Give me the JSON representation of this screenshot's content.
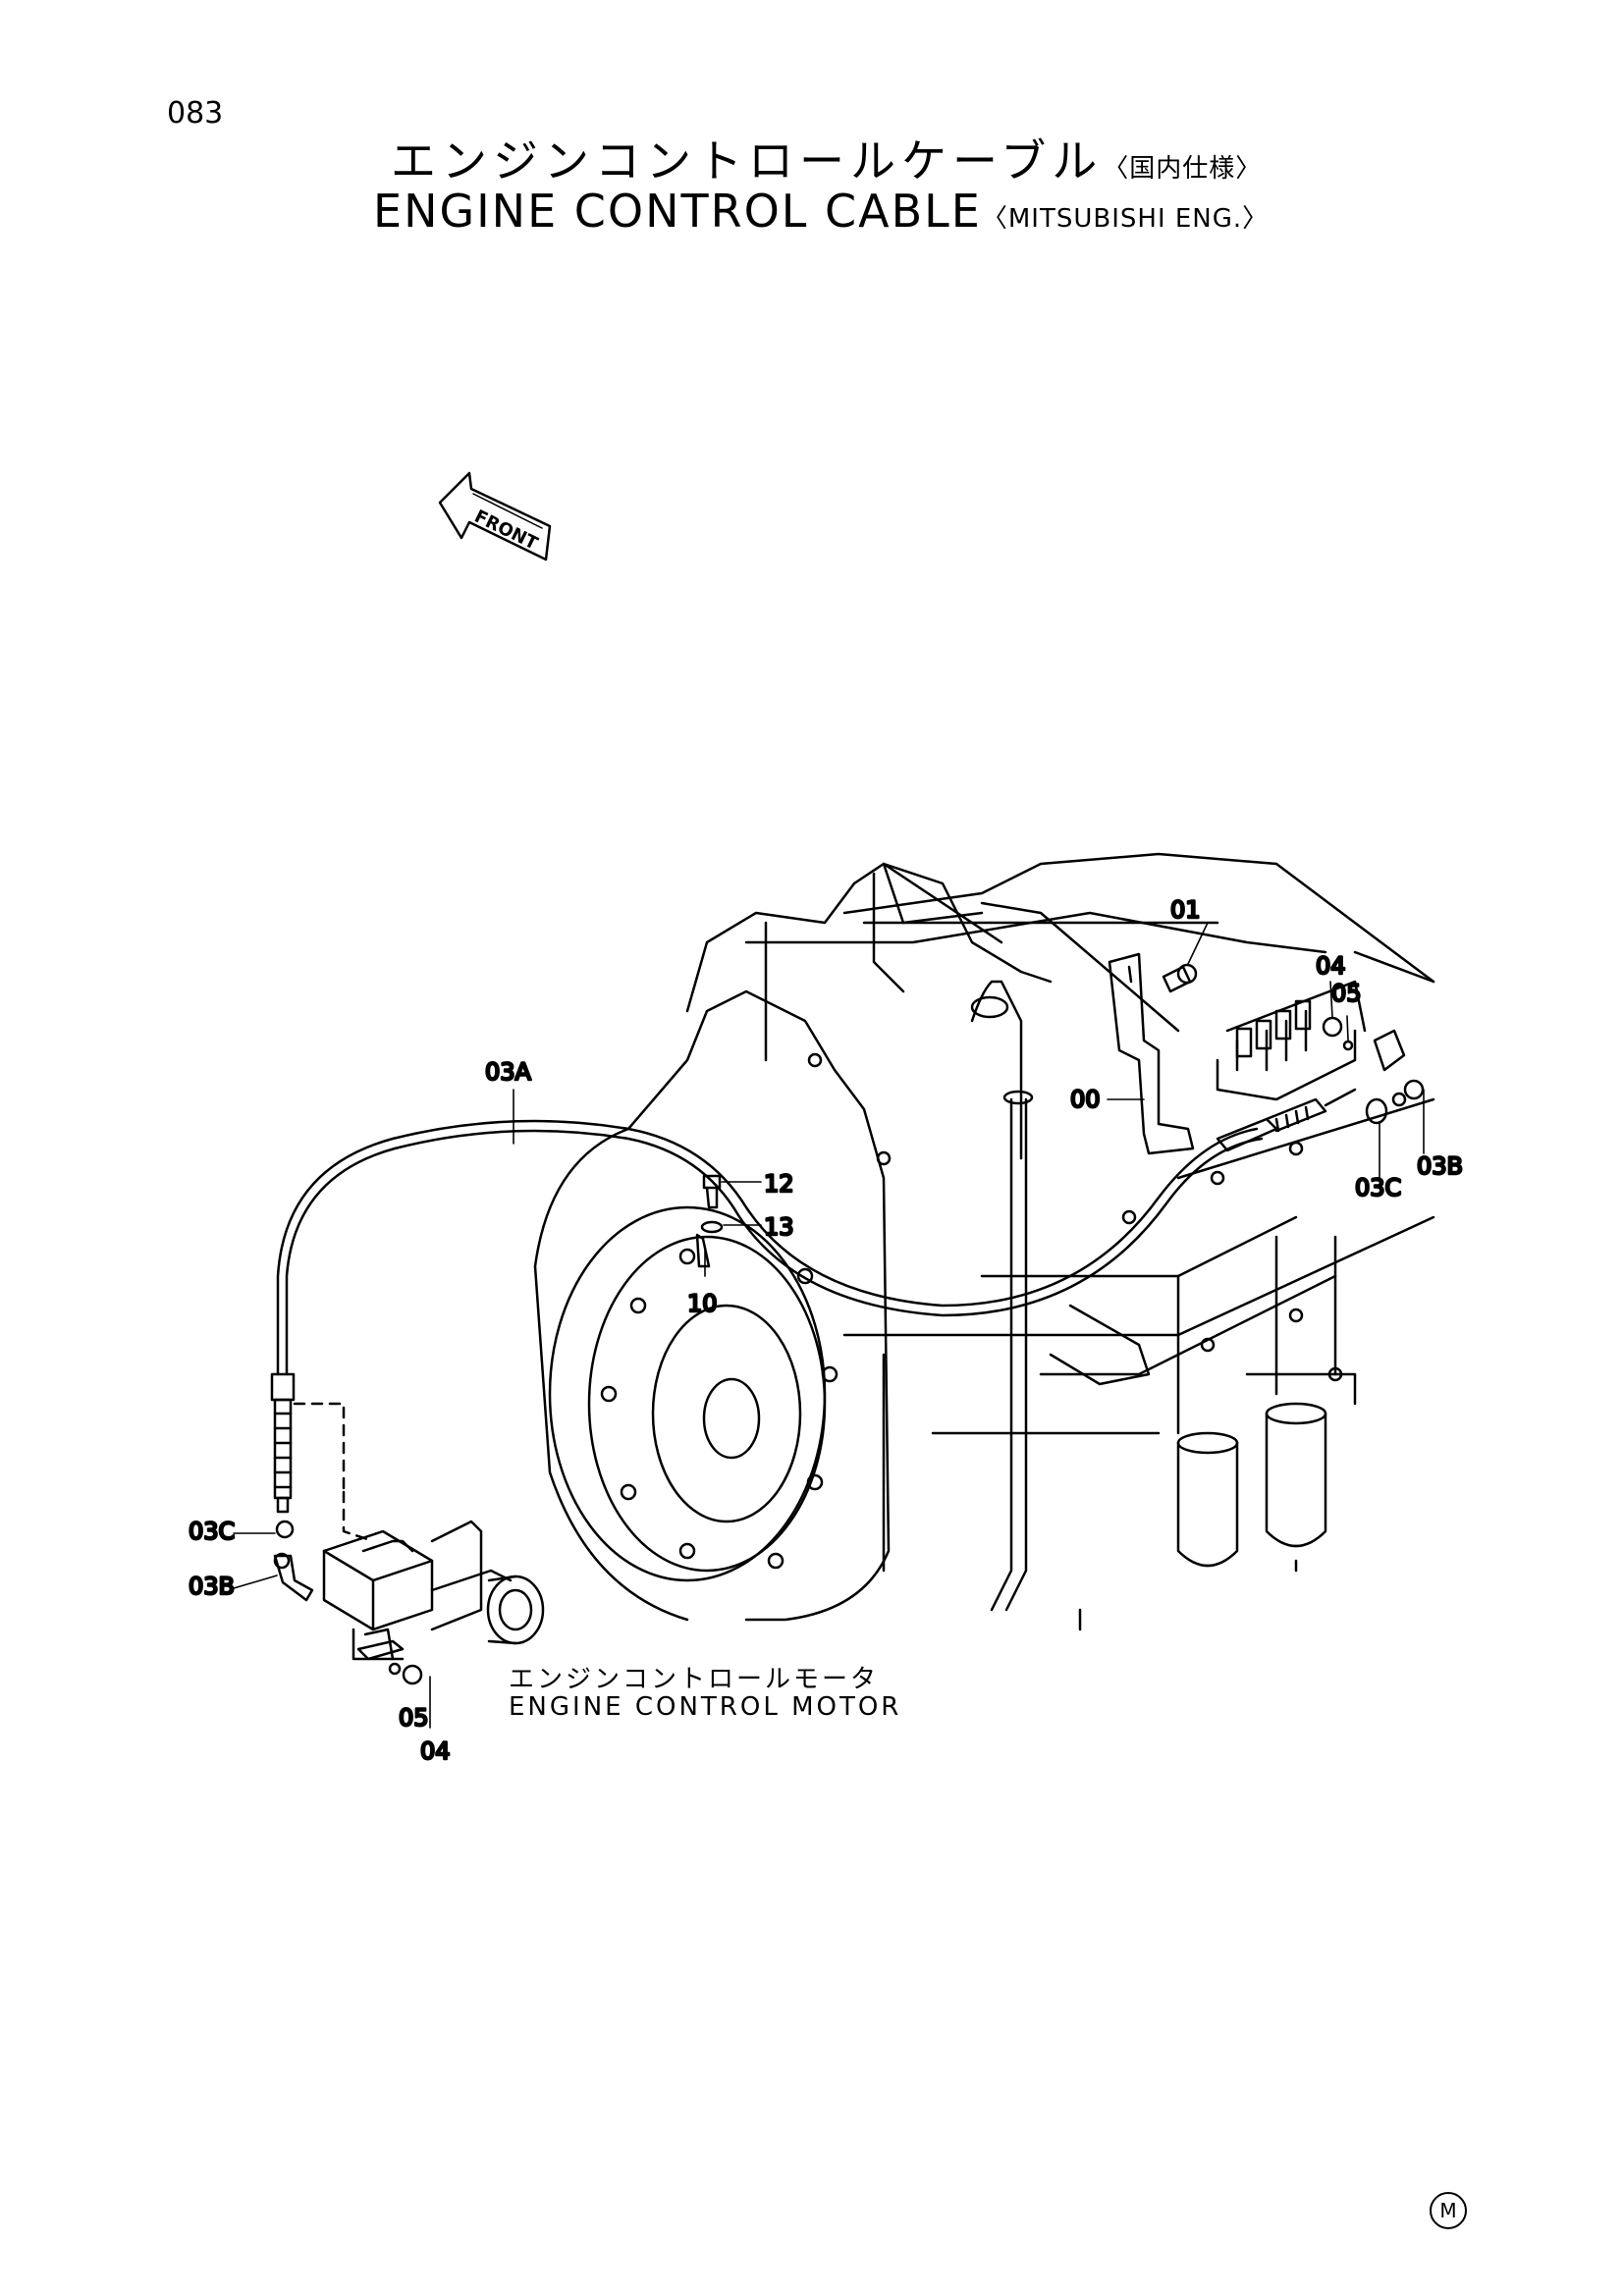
{
  "page_number": "083",
  "title_jp": "エンジンコントロールケーブル",
  "title_jp_suffix": "〈国内仕様〉",
  "title_en": "ENGINE CONTROL CABLE",
  "title_en_suffix": "〈MITSUBISHI ENG.〉",
  "front_label": "FRONT",
  "motor_caption_jp": "エンジンコントロールモータ",
  "motor_caption_en": "ENGINE CONTROL MOTOR",
  "callouts": {
    "c01": "01",
    "c04_top": "04",
    "c05_top": "05",
    "c00": "00",
    "c03B_right": "03B",
    "c03C_right": "03C",
    "c03A": "03A",
    "c12": "12",
    "c13": "13",
    "c10": "10",
    "c03C_left": "03C",
    "c03B_left": "03B",
    "c05_bottom": "05",
    "c04_bottom": "04"
  },
  "corner_mark": "M"
}
